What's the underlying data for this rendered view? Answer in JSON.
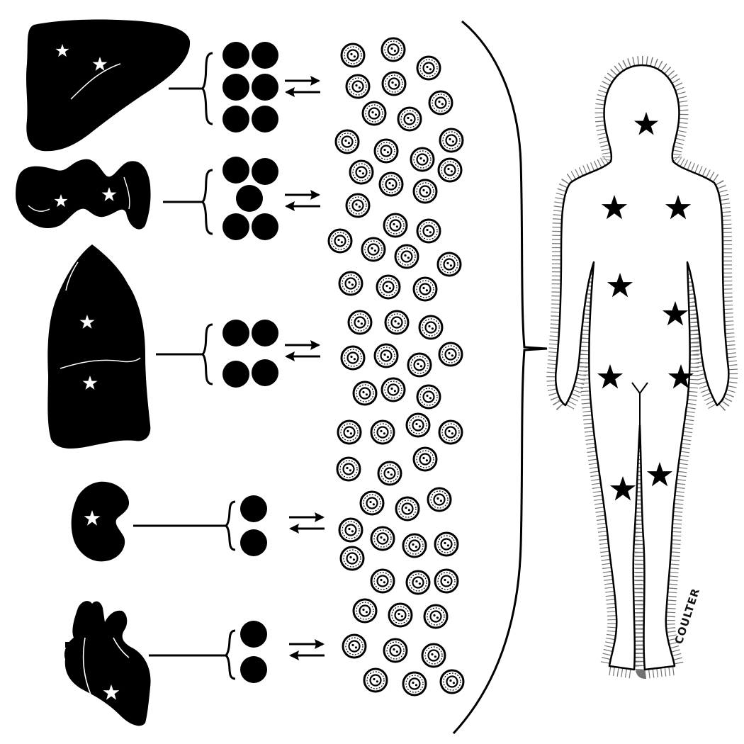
{
  "figure": {
    "ink": "#000000",
    "paper": "#ffffff",
    "organs": [
      "liver",
      "intestine",
      "lung",
      "kidney",
      "heart"
    ],
    "signature": "Coulter"
  }
}
